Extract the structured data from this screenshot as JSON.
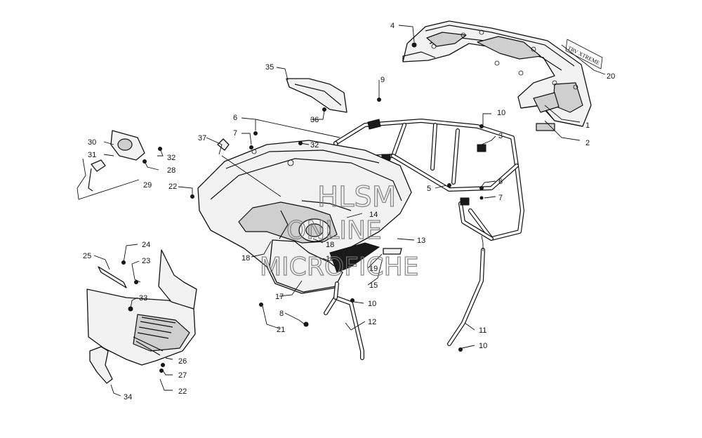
{
  "diagram": {
    "labels": {
      "l1": "1",
      "l2": "2",
      "l3": "3",
      "l4": "4",
      "l5": "5",
      "l6a": "6",
      "l6b": "6",
      "l7a": "7",
      "l7b": "7",
      "l8": "8",
      "l9": "9",
      "l10a": "10",
      "l10b": "10",
      "l10c": "10",
      "l11": "11",
      "l12": "12",
      "l13": "13",
      "l14": "14",
      "l15": "15",
      "l16": "16",
      "l17": "17",
      "l18a": "18",
      "l18b": "18",
      "l19": "19",
      "l20": "20",
      "l21": "21",
      "l22a": "22",
      "l22b": "22",
      "l23": "23",
      "l24": "24",
      "l25": "25",
      "l26": "26",
      "l27": "27",
      "l28": "28",
      "l29": "29",
      "l30": "30",
      "l31": "31",
      "l32a": "32",
      "l32b": "32",
      "l33": "33",
      "l34": "34",
      "l35": "35",
      "l36": "36",
      "l37": "37"
    },
    "decal_text": "TRV XTREME"
  },
  "watermark": {
    "line1": "HLSM",
    "line2": "ONLINE",
    "line3": "MICROFICHE"
  }
}
